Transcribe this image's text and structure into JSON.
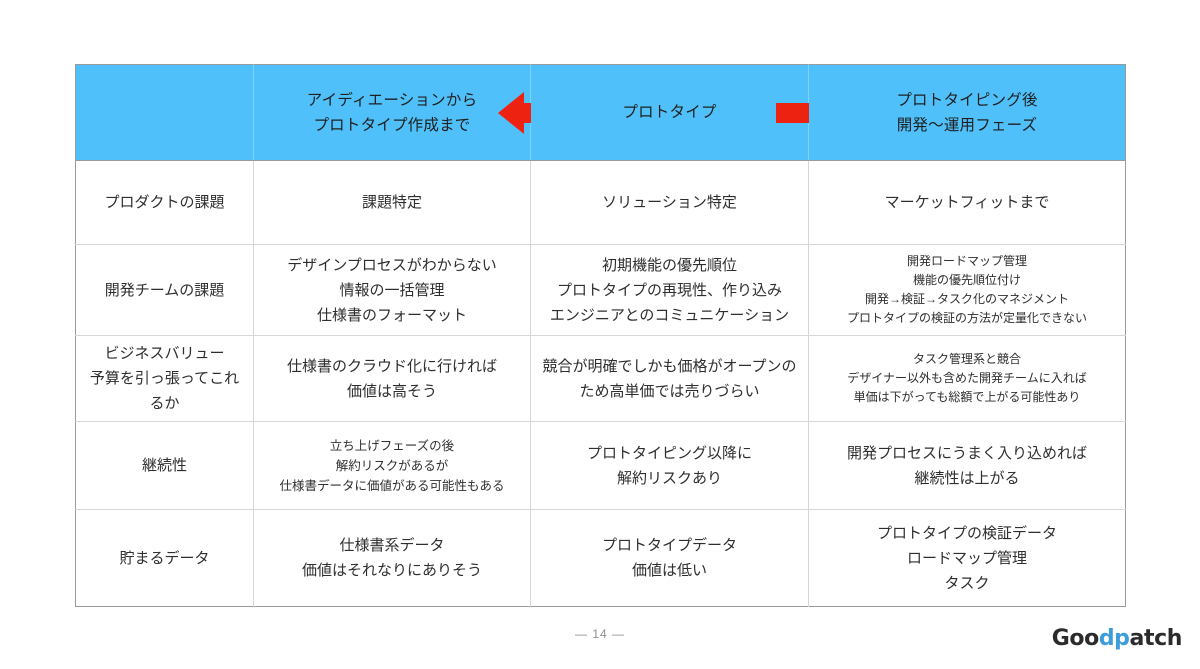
{
  "slide": {
    "page_number": "— 14 —",
    "logo": {
      "part1": "Goo",
      "part_mid": "dp",
      "part2": "atch",
      "accent_color": "#3d9ddb"
    },
    "colors": {
      "header_blue": "#4fc0fa",
      "arrow_red": "#ee2211",
      "border_outer": "#9a9a9a",
      "border_inner": "#d6d6d6"
    }
  },
  "table": {
    "header": {
      "corner_label": "",
      "columns": [
        "アイディエーションから\nプロトタイプ作成まで",
        "プロトタイプ",
        "プロトタイピング後\n開発〜運用フェーズ"
      ],
      "arrows": [
        {
          "name": "arrow-left",
          "direction": "left"
        },
        {
          "name": "arrow-right",
          "direction": "right"
        }
      ]
    },
    "rows": [
      {
        "label": "プロダクトの課題",
        "cells": [
          "課題特定",
          "ソリューション特定",
          "マーケットフィットまで"
        ]
      },
      {
        "label": "開発チームの課題",
        "cells": [
          "デザインプロセスがわからない\n情報の一括管理\n仕様書のフォーマット",
          "初期機能の優先順位\nプロトタイプの再現性、作り込み\nエンジニアとのコミュニケーション",
          "開発ロードマップ管理\n機能の優先順位付け\n開発→検証→タスク化のマネジメント\nプロトタイプの検証の方法が定量化できない"
        ]
      },
      {
        "label": "ビジネスバリュー\n予算を引っ張ってこれ\nるか",
        "cells": [
          "仕様書のクラウド化に行ければ\n価値は高そう",
          "競合が明確でしかも価格がオープンの\nため高単価では売りづらい",
          "タスク管理系と競合\nデザイナー以外も含めた開発チームに入れば\n単価は下がっても総額で上がる可能性あり"
        ]
      },
      {
        "label": "継続性",
        "cells": [
          "立ち上げフェーズの後\n解約リスクがあるが\n仕様書データに価値がある可能性もある",
          "プロトタイピング以降に\n解約リスクあり",
          "開発プロセスにうまく入り込めれば\n継続性は上がる"
        ]
      },
      {
        "label": "貯まるデータ",
        "cells": [
          "仕様書系データ\n価値はそれなりにありそう",
          "プロトタイプデータ\n価値は低い",
          "プロトタイプの検証データ\nロードマップ管理\nタスク"
        ]
      }
    ]
  }
}
